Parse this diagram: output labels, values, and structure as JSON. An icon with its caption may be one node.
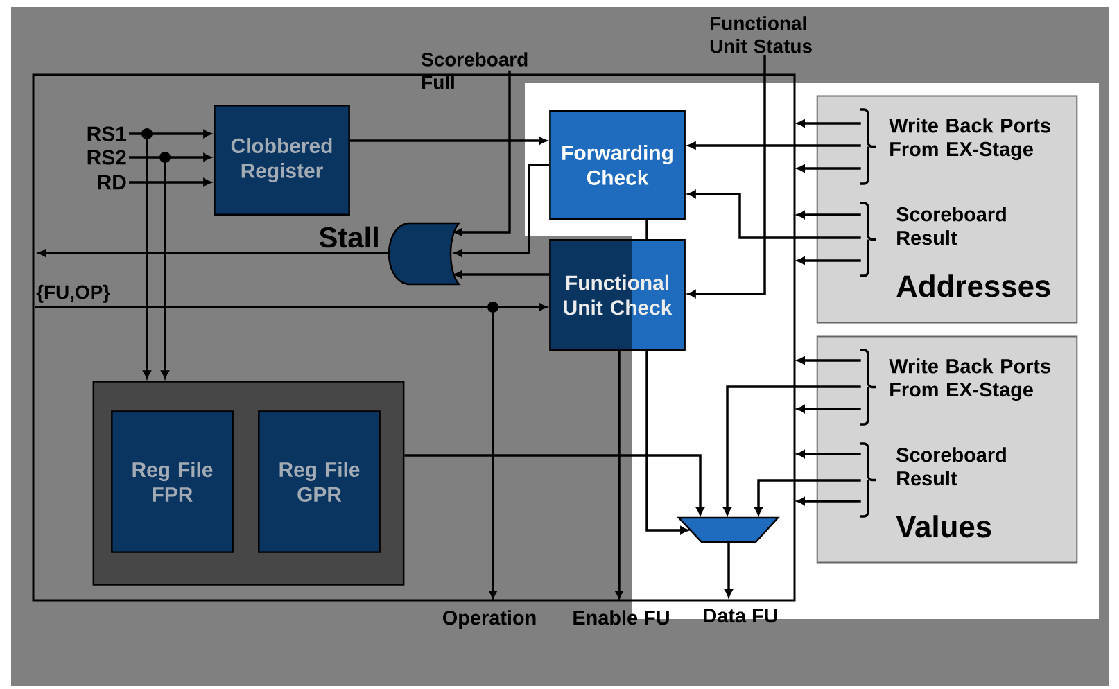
{
  "diagram": {
    "nodes": [
      {
        "text": [
          "Clobbered Register"
        ]
      },
      {
        "text": [
          "Forwarding Check"
        ]
      },
      {
        "text": [
          "Functional Unit Check"
        ]
      },
      {
        "text": [],
        "shape": "box"
      },
      {
        "text": [
          "Reg File FPR"
        ],
        "in": 3
      },
      {
        "text": [
          "Reg File GPR"
        ],
        "in": 3
      },
      {
        "text": [],
        "shape": "gate",
        "beside": [
          "Stall"
        ]
      },
      {
        "text": [],
        "shape": "trapezoid"
      },
      {
        "text": [
          "Write Back Ports From EX-Stage",
          "Scoreboard Result",
          "Addresses"
        ]
      },
      {
        "text": [
          "Write Back Ports From EX-Stage",
          "Scoreboard Result",
          "Values"
        ]
      },
      {
        "text": [
          "RS1"
        ]
      },
      {
        "text": [
          "RS2"
        ]
      },
      {
        "text": [
          "RD"
        ]
      },
      {
        "text": [
          "Scoreboard Full"
        ]
      },
      {
        "text": [
          "Functional Unit Status"
        ]
      },
      {
        "text": [
          "{FU,OP}"
        ]
      },
      {
        "text": [
          "Operation"
        ]
      },
      {
        "text": [
          "Enable FU"
        ]
      },
      {
        "text": [
          "Data FU"
        ]
      }
    ],
    "edges": [
      {
        "from": 10,
        "to": 0,
        "arrow": "to"
      },
      {
        "from": 11,
        "to": 0,
        "arrow": "to"
      },
      {
        "from": 12,
        "to": 0,
        "arrow": "to"
      },
      {
        "from": 10,
        "to": 3,
        "arrow": "to"
      },
      {
        "from": 11,
        "to": 3,
        "arrow": "to"
      },
      {
        "from": 0,
        "to": 1,
        "arrow": "to"
      },
      {
        "from": 1,
        "to": 6,
        "arrow": "to"
      },
      {
        "from": 2,
        "to": 6,
        "arrow": "to"
      },
      {
        "from": 13,
        "to": 6,
        "arrow": "to"
      },
      {
        "from": 14,
        "to": 2,
        "arrow": "to"
      },
      {
        "from": 15,
        "to": 2,
        "arrow": "to"
      },
      {
        "from": 15,
        "to": 16,
        "arrow": "to"
      },
      {
        "from": 2,
        "to": 17,
        "arrow": "to"
      },
      {
        "from": 2,
        "to": 7,
        "arrow": "to"
      },
      {
        "from": 3,
        "to": 7,
        "arrow": "to"
      },
      {
        "from": 9,
        "to": 7,
        "arrow": "to"
      },
      {
        "from": 9,
        "to": 7,
        "arrow": "to"
      },
      {
        "from": 7,
        "to": 18,
        "arrow": "to"
      },
      {
        "from": 8,
        "to": 1,
        "arrow": "to"
      },
      {
        "from": 8,
        "to": 1,
        "arrow": "to"
      },
      {
        "from": 6,
        "to": null,
        "arrow": "to"
      },
      {
        "from": 8,
        "to": null,
        "arrow": "to"
      },
      {
        "from": 8,
        "to": null,
        "arrow": "to"
      },
      {
        "from": 8,
        "to": null,
        "arrow": "to"
      },
      {
        "from": 8,
        "to": null,
        "arrow": "to"
      },
      {
        "from": 9,
        "to": null,
        "arrow": "to"
      },
      {
        "from": 9,
        "to": null,
        "arrow": "to"
      },
      {
        "from": 9,
        "to": null,
        "arrow": "to"
      },
      {
        "from": 9,
        "to": null,
        "arrow": "to"
      },
      {
        "from": 1,
        "to": 2,
        "arrow": "none"
      }
    ]
  }
}
